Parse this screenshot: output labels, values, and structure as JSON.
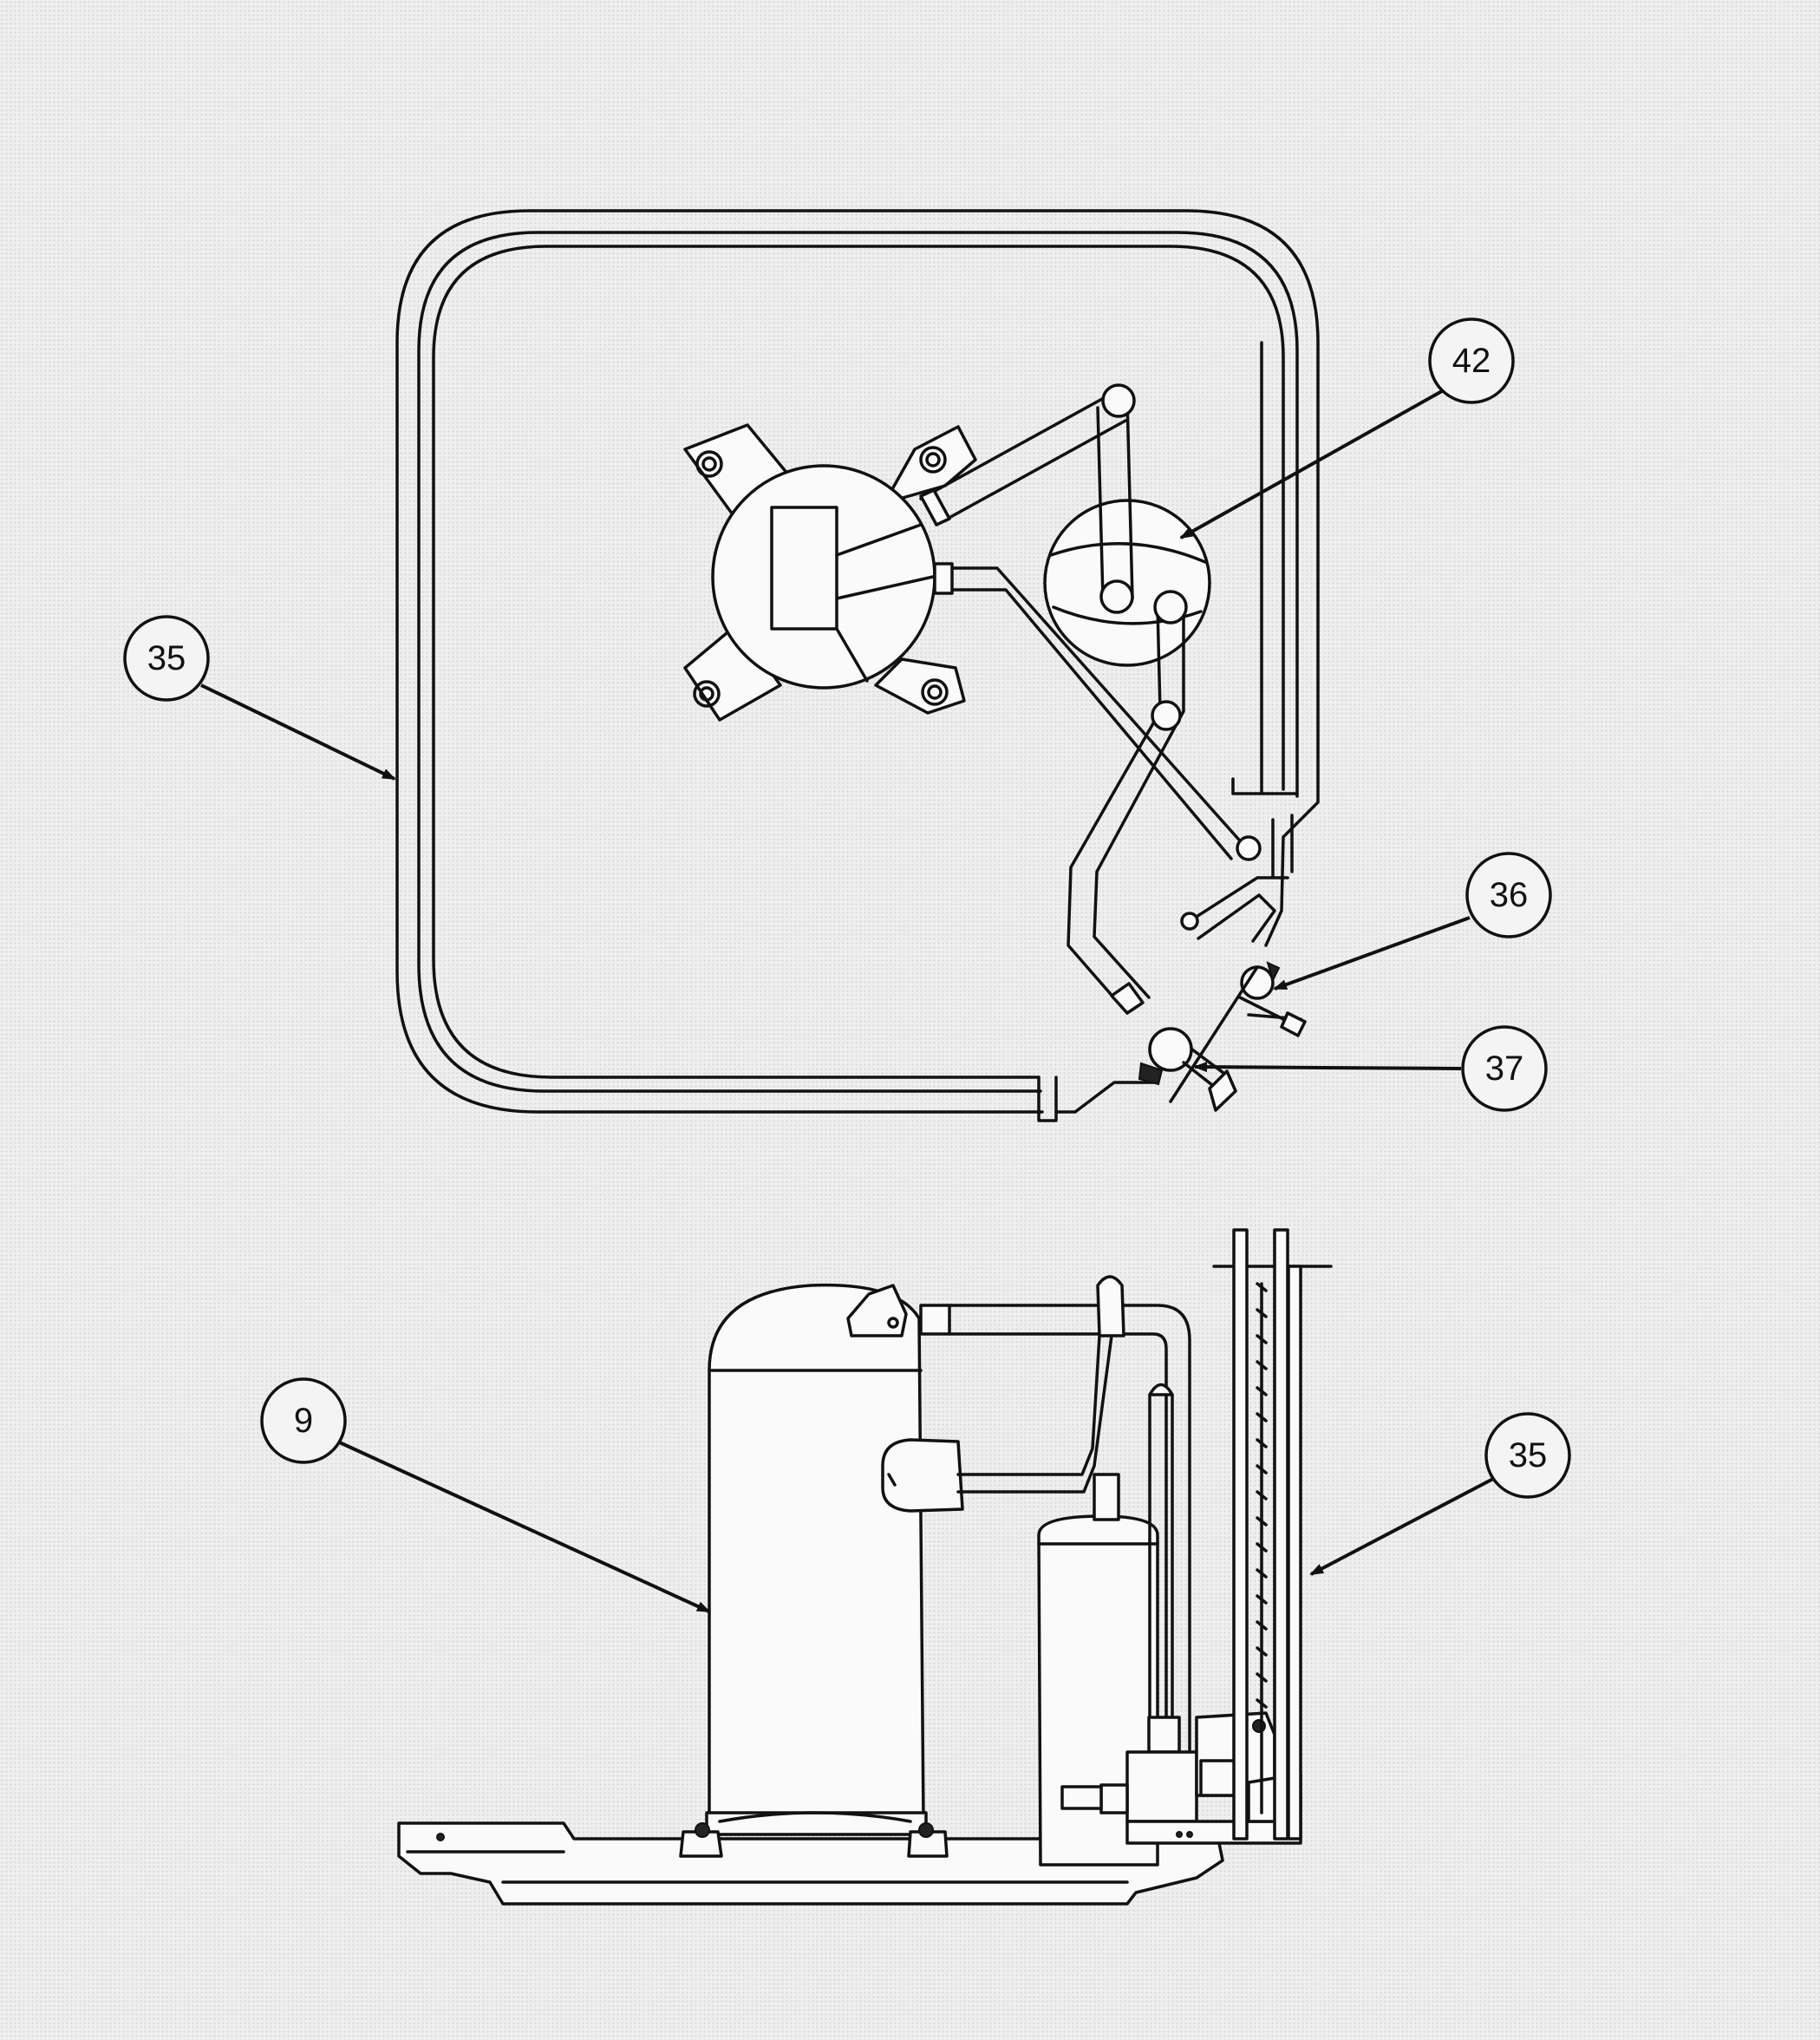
{
  "callouts": [
    {
      "id": "c42",
      "label": "42"
    },
    {
      "id": "c35_top",
      "label": "35"
    },
    {
      "id": "c36",
      "label": "36"
    },
    {
      "id": "c37",
      "label": "37"
    },
    {
      "id": "c9",
      "label": "9"
    },
    {
      "id": "c35_side",
      "label": "35"
    }
  ],
  "colors": {
    "line": "#111111",
    "paper": "#efefef"
  }
}
